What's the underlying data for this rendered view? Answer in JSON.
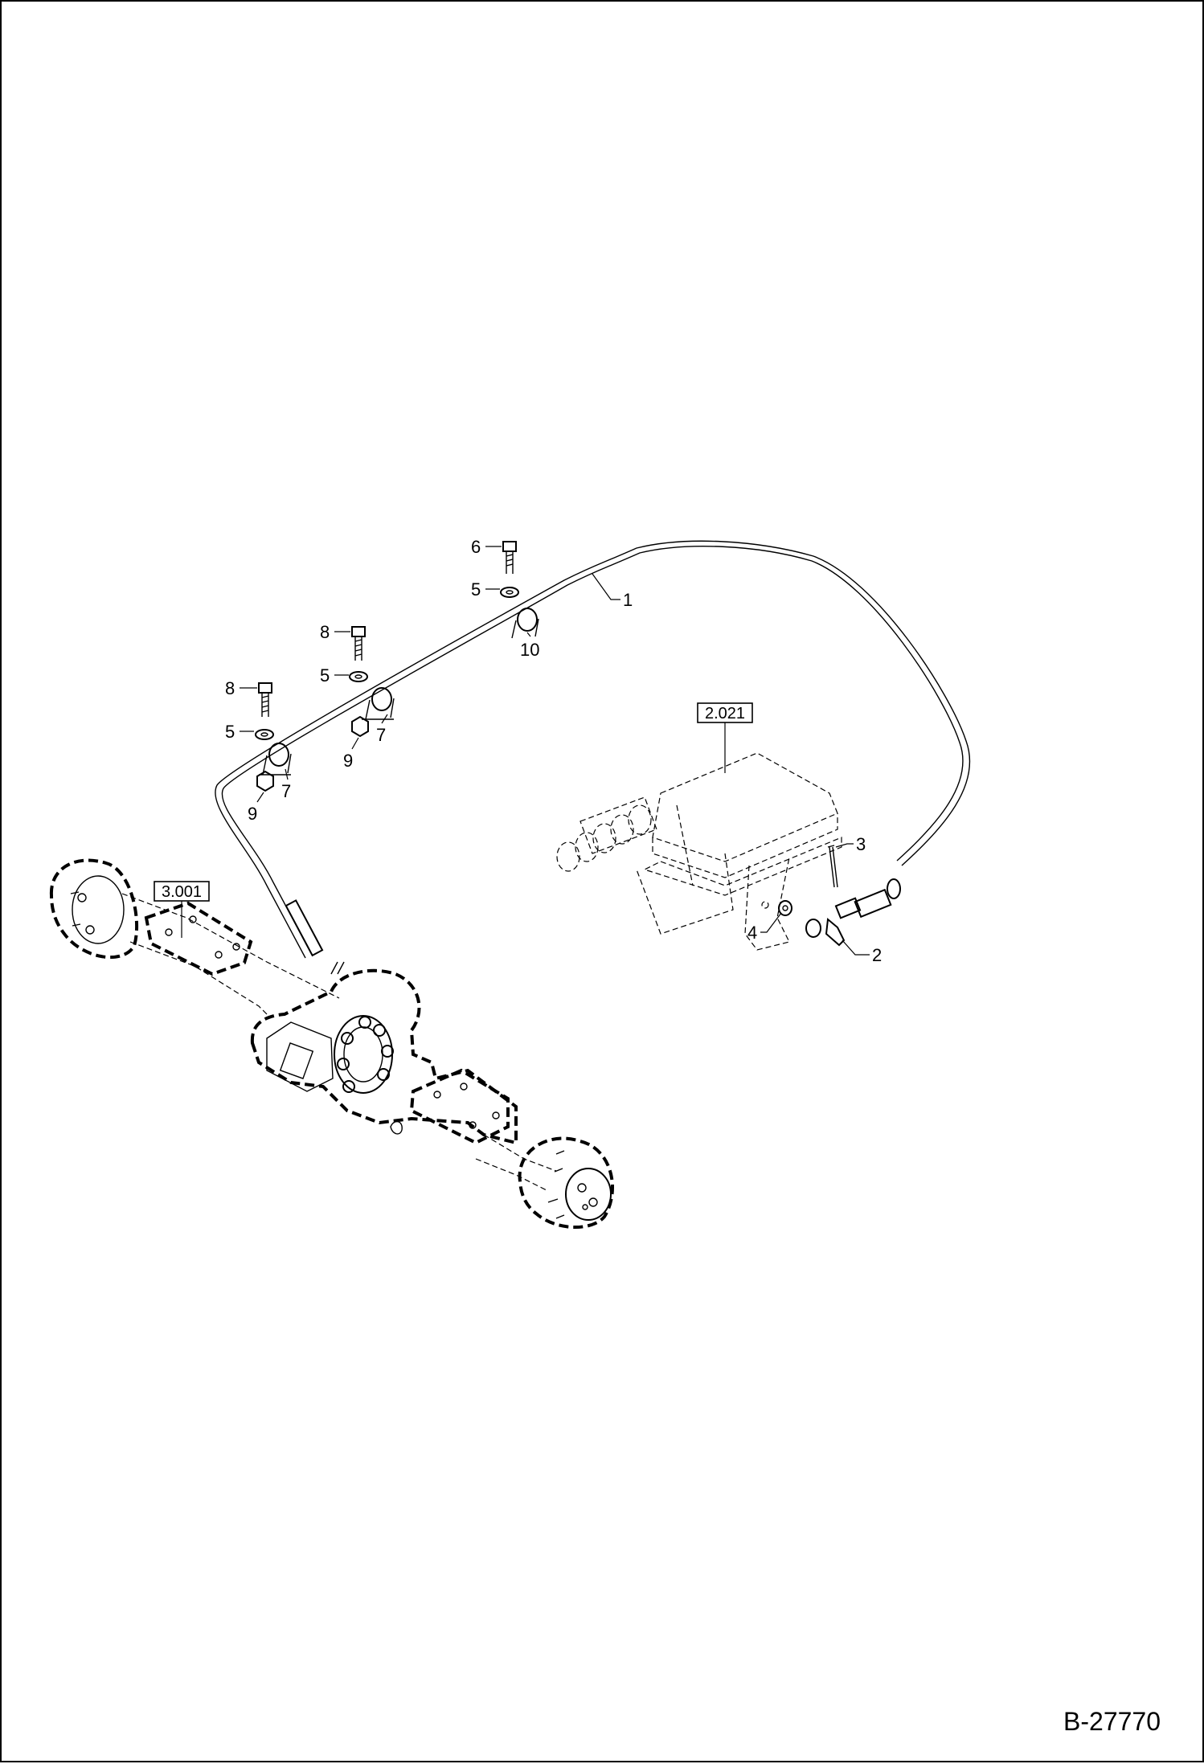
{
  "figure_id": "B-27770",
  "reference_boxes": [
    "2.021",
    "3.001"
  ],
  "callouts": [
    "1",
    "2",
    "3",
    "4",
    "5",
    "5",
    "5",
    "6",
    "7",
    "7",
    "8",
    "8",
    "9",
    "9",
    "10"
  ]
}
